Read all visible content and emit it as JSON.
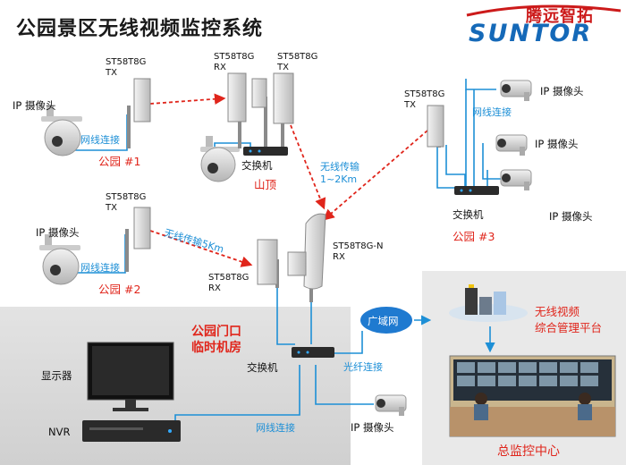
{
  "title": "公园景区无线视频监控系统",
  "brand": {
    "name_cn": "腾远智拓",
    "name_latin": "SUNTOR"
  },
  "sites": {
    "park1": {
      "label": "公园 #1",
      "camera": "IP 摄像头",
      "device": "ST58T8G\nTX",
      "link": "网线连接"
    },
    "park2": {
      "label": "公园 #2",
      "camera": "IP 摄像头",
      "device": "ST58T8G\nTX",
      "link": "网线连接"
    },
    "hill": {
      "label": "山顶",
      "device_rx": "ST58T8G\nRX",
      "device_tx": "ST58T8G\nTX",
      "switch": "交换机"
    },
    "park3": {
      "label": "公园 #3",
      "device": "ST58T8G\nTX",
      "link": "网线连接",
      "switch": "交换机",
      "cameras": [
        "IP 摄像头",
        "IP 摄像头",
        "IP 摄像头"
      ]
    },
    "gate": {
      "label": "公园门口\n临时机房",
      "device_rx": "ST58T8G\nRX",
      "device_omni": "ST58T8G-N\nRX",
      "switch": "交换机",
      "camera": "IP 摄像头",
      "link": "网线连接"
    }
  },
  "wireless": {
    "link_5km": "无线传输5Km",
    "link_1_2km": "无线传输\n1~2Km"
  },
  "network": {
    "wan": "广域网",
    "fiber": "光纤连接"
  },
  "platform": {
    "label": "无线视频\n综合管理平台"
  },
  "center": {
    "label": "总监控中心"
  },
  "equipment": {
    "monitor": "显示器",
    "nvr": "NVR"
  },
  "colors": {
    "wireless_arrow": "#e0251b",
    "cable": "#1d8fd6",
    "room_bg": "#dcdcdc"
  }
}
